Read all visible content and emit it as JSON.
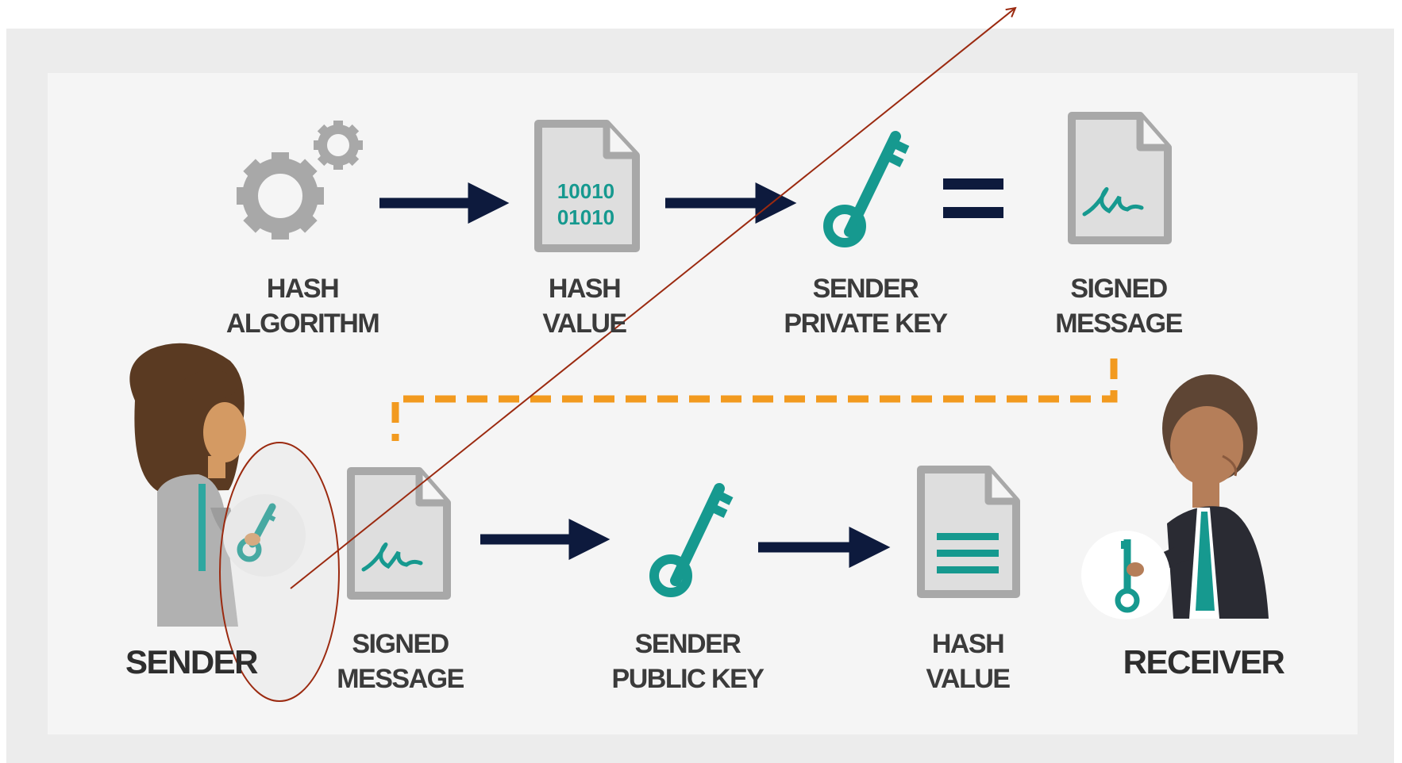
{
  "colors": {
    "navy": "#0d1a3d",
    "teal": "#16998f",
    "orange": "#f29a1f",
    "gray_icon": "#a8a8a8",
    "doc_fill": "#dedede",
    "doc_border": "#a8a8a8",
    "annotation": "#9b2a10"
  },
  "top_row": {
    "hash_algorithm": {
      "line1": "HASH",
      "line2": "ALGORITHM",
      "icon": "gears-icon"
    },
    "hash_value": {
      "line1": "HASH",
      "line2": "VALUE",
      "icon": "binary-document-icon",
      "binary_line1": "10010",
      "binary_line2": "01010"
    },
    "private_key": {
      "line1": "SENDER",
      "line2": "PRIVATE KEY",
      "icon": "key-icon"
    },
    "signed_message": {
      "line1": "SIGNED",
      "line2": "MESSAGE",
      "icon": "signed-document-icon"
    }
  },
  "bottom_row": {
    "signed_message": {
      "line1": "SIGNED",
      "line2": "MESSAGE",
      "icon": "signed-document-icon"
    },
    "public_key": {
      "line1": "SENDER",
      "line2": "PUBLIC KEY",
      "icon": "key-icon"
    },
    "hash_value": {
      "line1": "HASH",
      "line2": "VALUE",
      "icon": "text-document-icon"
    }
  },
  "people": {
    "sender": "SENDER",
    "receiver": "RECEIVER"
  }
}
